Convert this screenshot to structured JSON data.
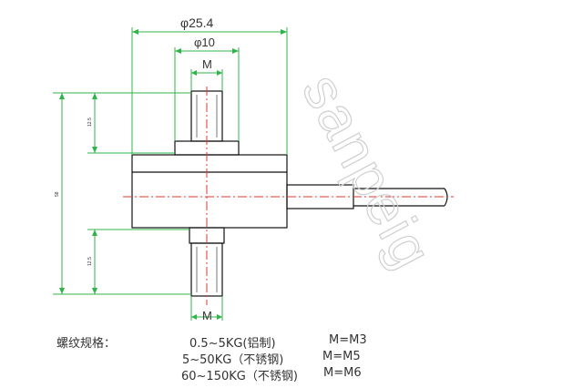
{
  "drawing": {
    "dims": {
      "outer_diameter": "φ25.4",
      "inner_diameter": "φ10",
      "thread_top": "M",
      "thread_bottom": "M",
      "total_height": "58",
      "top_stud": "12.5",
      "bottom_stud": "12.5"
    },
    "watermark": "sanpeig",
    "colors": {
      "dimension": "#2fb44a",
      "centerline": "#e03a2e",
      "outline": "#111111"
    }
  },
  "specs": {
    "label": "螺纹规格：",
    "rows": [
      {
        "range": "0.5~5KG(铝制)",
        "thread": "M=M3"
      },
      {
        "range": "5~50KG（不锈钢)",
        "thread": "M=M5"
      },
      {
        "range": "60~150KG（不锈钢)",
        "thread": "M=M6"
      }
    ]
  }
}
